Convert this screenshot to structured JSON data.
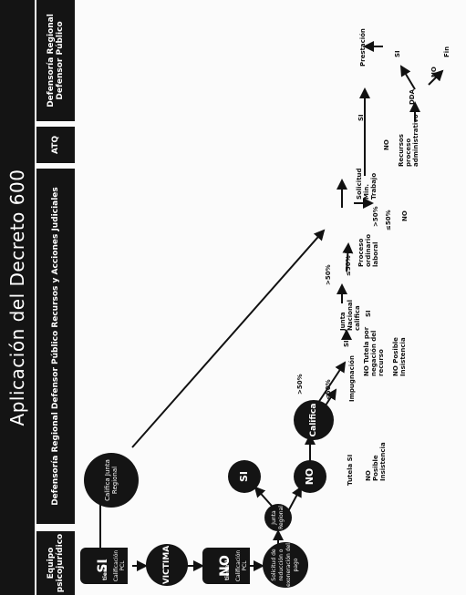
{
  "title": "Aplicación del Decreto 600",
  "headers": {
    "equipo": "Equipo psicojurídico",
    "defensoria": "Defensoría Regional Defensor Público Recursos y Acciones Judiciales",
    "atq": "ATQ",
    "defensor_publico": "Defensoría Regional Defensor Público"
  },
  "nodes": {
    "si_tiene": "SI",
    "tiene1": "tiene 1",
    "calificacion_pcl_1": "Calificación PCL",
    "victima": "VICTIMA",
    "no_tiene": "NO",
    "tiene2": "tiene 1",
    "calificacion_pcl_2": "Calificación PCL",
    "solicitud_reduccion": "Solicitud de reducción o exoneración del pago",
    "junta_regional": "Junta Regional",
    "califica_junta_regional": "Califica Junta Regional",
    "si_circle": "SI",
    "no_circle": "NO",
    "califica": "Califica",
    "tutela_si": "Tutela SI",
    "no_posible_insistencia_1": "NO Posible Insistencia",
    "lt50_1": "<50%",
    "gt50_1": ">50%",
    "impugnacion": "Impugnación",
    "no_tutela": "NO Tutela por negación del recurso",
    "no_posible_insistencia_2": "NO Posible Insistencia",
    "si_1": "SI",
    "junta_nacional": "Junta Nacional califica",
    "si_2": "SI",
    "gt50_2": ">50%",
    "le50_1": "≤50%",
    "proceso_ordinario": "Proceso ordinario laboral",
    "gt50_3": ">50%",
    "le50_2": "≤50%",
    "no_1": "NO",
    "solicitud_min_trabajo": "Solicitud Min. Trabajo",
    "si_3": "SI",
    "prestacion": "Prestación",
    "no_2": "NO",
    "recursos_proceso": "Recursos proceso administrativo",
    "dda": "DDA",
    "si_4": "SI",
    "no_3": "NO",
    "fin": "Fin"
  }
}
